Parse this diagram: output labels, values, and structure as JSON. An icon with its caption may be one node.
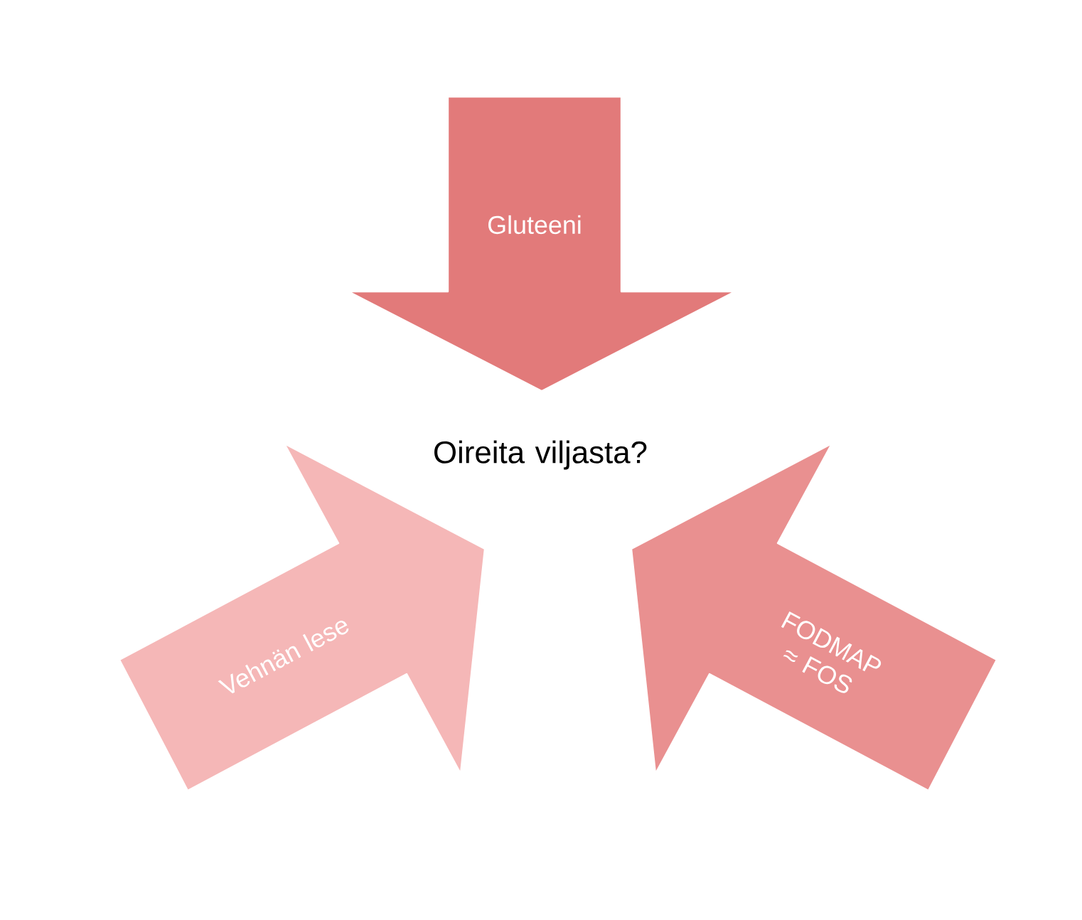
{
  "diagram": {
    "nodes": [
      {
        "text": [
          "Gluteeni"
        ]
      },
      {
        "text": [
          "Oireita viljasta?"
        ]
      },
      {
        "text": [
          "Vehnän lese"
        ]
      },
      {
        "text": [
          "FODMAP ≈ FOS"
        ]
      }
    ]
  }
}
